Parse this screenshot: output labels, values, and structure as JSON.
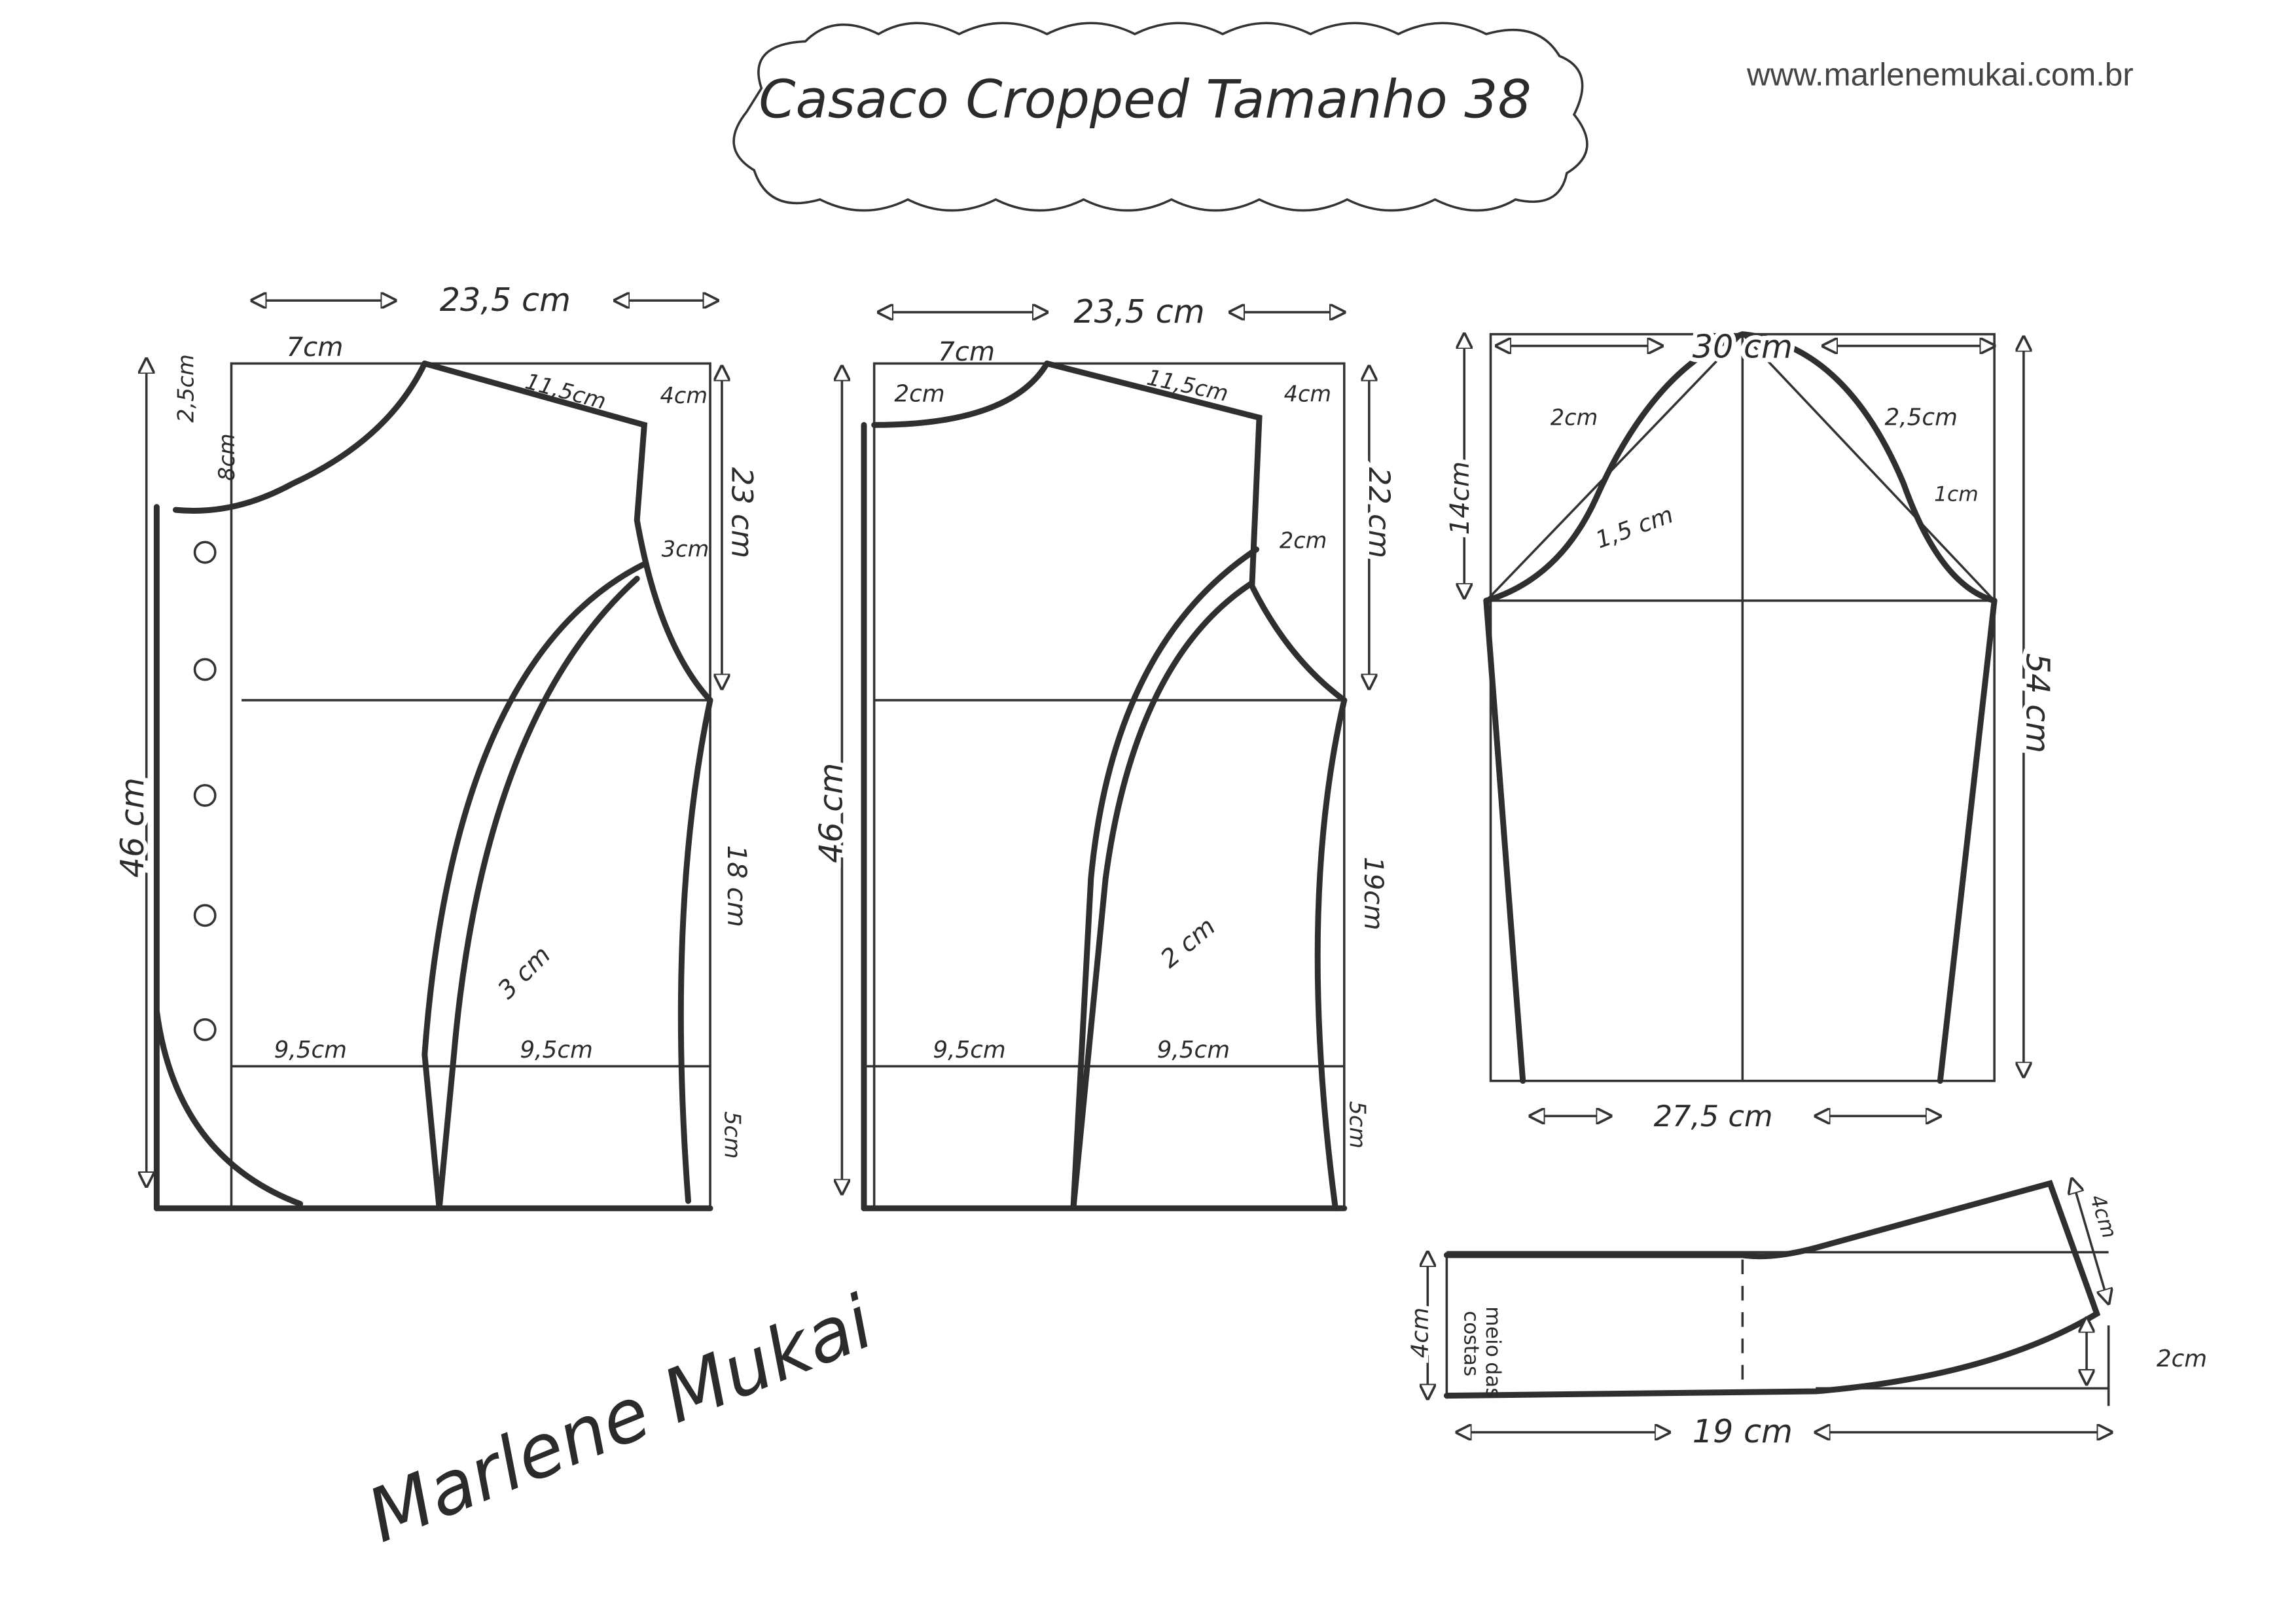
{
  "header": {
    "title": "Casaco Cropped Tamanho 38",
    "website": "www.marlenemukai.com.br"
  },
  "front_piece": {
    "width": "23,5 cm",
    "neck_width": "7cm",
    "shoulder": "11,5cm",
    "shoulder_drop": "4cm",
    "neck_offset": "2,5cm",
    "neck_depth": "8cm",
    "armhole_depth": "23 cm",
    "armhole_curve": "3cm",
    "length": "46 cm",
    "waist_to_hip": "18 cm",
    "hem": "5cm",
    "dart_left": "9,5cm",
    "dart_right": "9,5cm",
    "dart_width": "3 cm"
  },
  "back_piece": {
    "width": "23,5 cm",
    "neck_width": "7cm",
    "neck_depth": "2cm",
    "shoulder": "11,5cm",
    "shoulder_drop": "4cm",
    "armhole_depth": "22 cm",
    "armhole_curve": "2cm",
    "length": "46 cm",
    "waist_to_hip": "19cm",
    "hem": "5cm",
    "dart_left": "9,5cm",
    "dart_right": "9,5cm",
    "dart_width": "2 cm"
  },
  "sleeve": {
    "width": "30 cm",
    "cap_left": "2cm",
    "cap_right": "2,5cm",
    "cap_right_low": "1cm",
    "cap_left_low": "1,5 cm",
    "cap_height": "14cm",
    "length": "54 cm",
    "cuff": "27,5 cm"
  },
  "collar": {
    "length": "19 cm",
    "height": "4cm",
    "center_back_line1": "meio",
    "center_back_line2": "das",
    "center_back_line3": "costas",
    "tip_width": "4cm",
    "tip_rise": "2cm"
  },
  "signature": "Marlene Mukai"
}
